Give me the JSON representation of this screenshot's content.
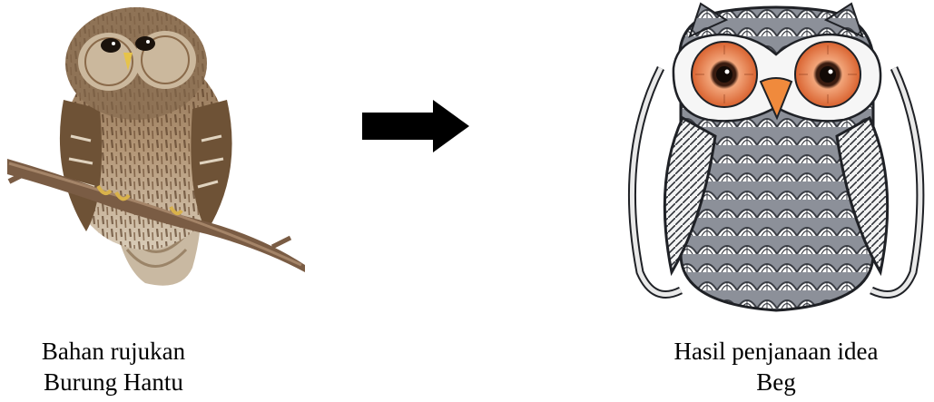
{
  "left": {
    "caption_line1": "Bahan rujukan",
    "caption_line2": "Burung Hantu",
    "image": "barred-owl-on-branch"
  },
  "arrow": {
    "icon": "right-arrow-icon",
    "color": "#000000"
  },
  "right": {
    "caption_line1": "Hasil penjanaan idea",
    "caption_line2": "Beg",
    "image": "owl-shaped-backpack"
  },
  "colors": {
    "owl_brown": "#7a5a3c",
    "bag_grey": "#6b6f78",
    "bag_orange": "#e8823a",
    "background": "#ffffff"
  }
}
